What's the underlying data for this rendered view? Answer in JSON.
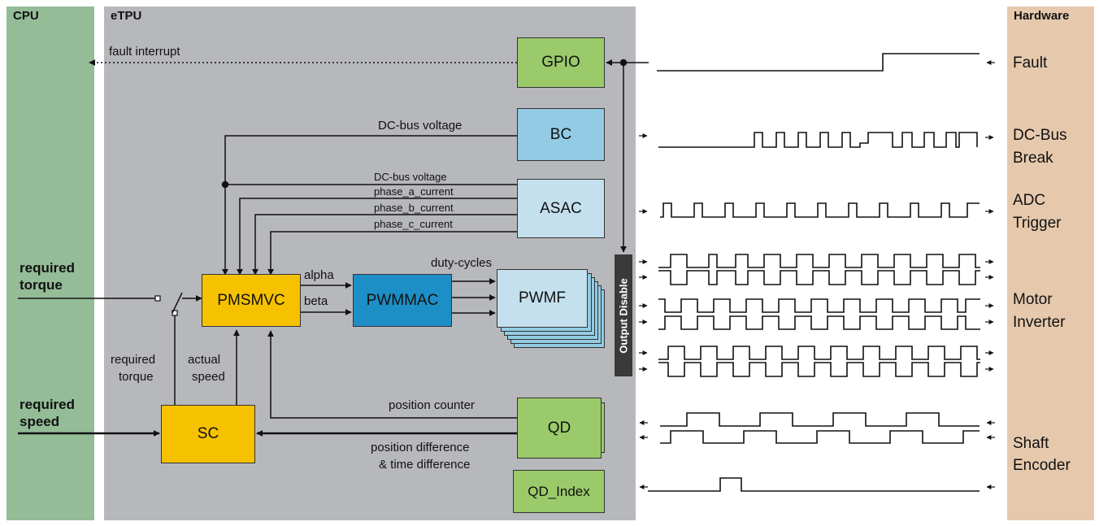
{
  "regions": {
    "cpu": "CPU",
    "etpu": "eTPU",
    "hardware": "Hardware"
  },
  "blocks": {
    "gpio": "GPIO",
    "bc": "BC",
    "asac": "ASAC",
    "pmsmvc": "PMSMVC",
    "pwmmac": "PWMMAC",
    "pwmf": "PWMF",
    "sc": "SC",
    "qd": "QD",
    "qd_index": "QD_Index",
    "output_disable": "Output Disable"
  },
  "labels": {
    "fault_interrupt": "fault interrupt",
    "dc_bus_voltage_bc": "DC-bus voltage",
    "dc_bus_voltage_asac": "DC-bus voltage",
    "phase_a": "phase_a_current",
    "phase_b": "phase_b_current",
    "phase_c": "phase_c_current",
    "alpha": "alpha",
    "beta": "beta",
    "duty_cycles": "duty-cycles",
    "required_torque_1": "required",
    "required_torque_2": "torque",
    "required_speed_1": "required",
    "required_speed_2": "speed",
    "sc_required_torque_1": "required",
    "sc_required_torque_2": "torque",
    "actual_speed_1": "actual",
    "actual_speed_2": "speed",
    "position_counter": "position counter",
    "position_difference_1": "position difference",
    "position_difference_2": "& time difference"
  },
  "hardware_labels": {
    "fault": "Fault",
    "dc_bus_break_1": "DC-Bus",
    "dc_bus_break_2": "Break",
    "adc_trigger_1": "ADC",
    "adc_trigger_2": "Trigger",
    "motor_inverter_1": "Motor",
    "motor_inverter_2": "Inverter",
    "shaft_encoder_1": "Shaft",
    "shaft_encoder_2": "Encoder"
  }
}
